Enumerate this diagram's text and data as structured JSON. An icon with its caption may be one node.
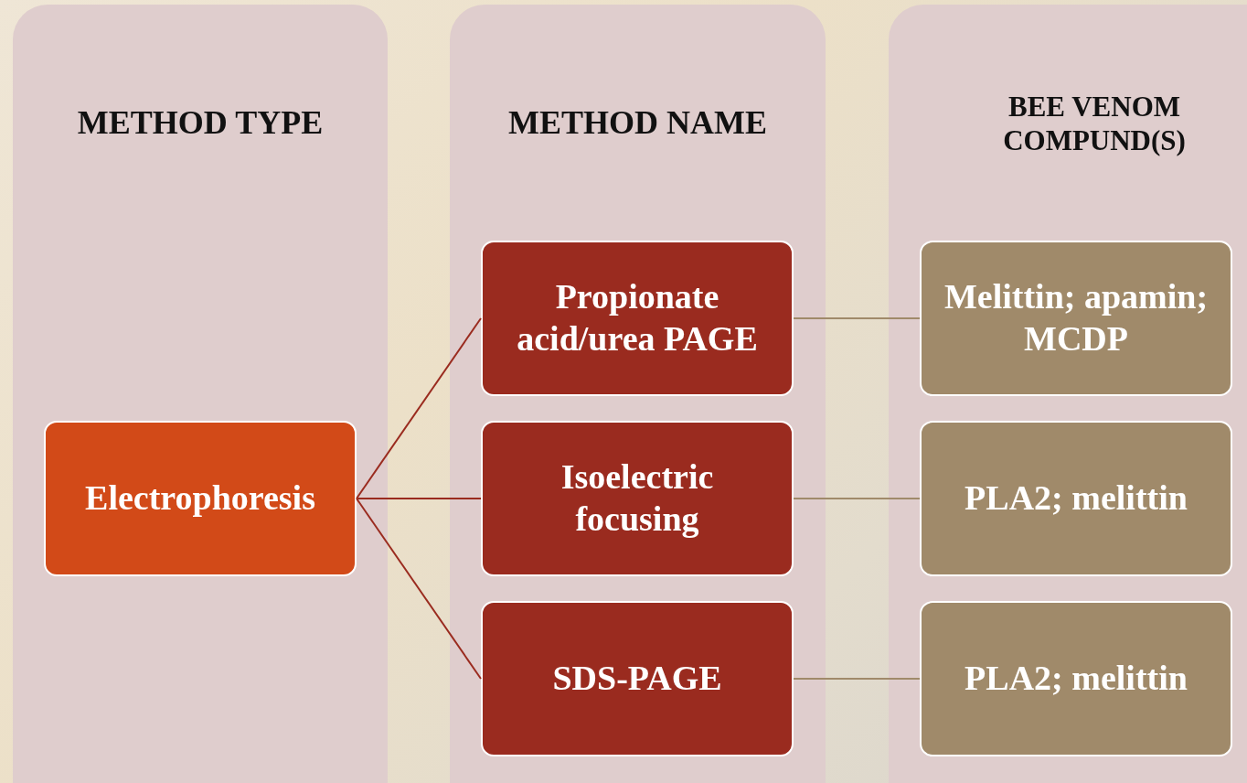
{
  "diagram": {
    "nodes": [
      {
        "text": [
          "METHOD TYPE"
        ]
      },
      {
        "text": [
          "Electrophoresis"
        ],
        "in": 0
      },
      {
        "text": [
          "METHOD NAME"
        ]
      },
      {
        "text": [
          "Propionate acid/urea PAGE"
        ],
        "in": 2
      },
      {
        "text": [
          "Isoelectric focusing"
        ],
        "in": 2
      },
      {
        "text": [
          "SDS-PAGE"
        ],
        "in": 2
      },
      {
        "text": [
          "BEE VENOM COMPUND(S)"
        ]
      },
      {
        "text": [
          "Melittin; apamin; MCDP"
        ],
        "in": 6
      },
      {
        "text": [
          "PLA2; melittin"
        ],
        "in": 6
      },
      {
        "text": [
          "PLA2; melittin"
        ],
        "in": 6
      }
    ],
    "edges": [
      {
        "from": 1,
        "to": 3,
        "arrow": "none",
        "color": "#9a2b1f"
      },
      {
        "from": 1,
        "to": 4,
        "arrow": "none",
        "color": "#9a2b1f"
      },
      {
        "from": 1,
        "to": 5,
        "arrow": "none",
        "color": "#9a2b1f"
      },
      {
        "from": 3,
        "to": 7,
        "arrow": "none",
        "color": "#a08a6a"
      },
      {
        "from": 4,
        "to": 8,
        "arrow": "none",
        "color": "#a08a6a"
      },
      {
        "from": 5,
        "to": 9,
        "arrow": "none",
        "color": "#a08a6a"
      }
    ]
  }
}
